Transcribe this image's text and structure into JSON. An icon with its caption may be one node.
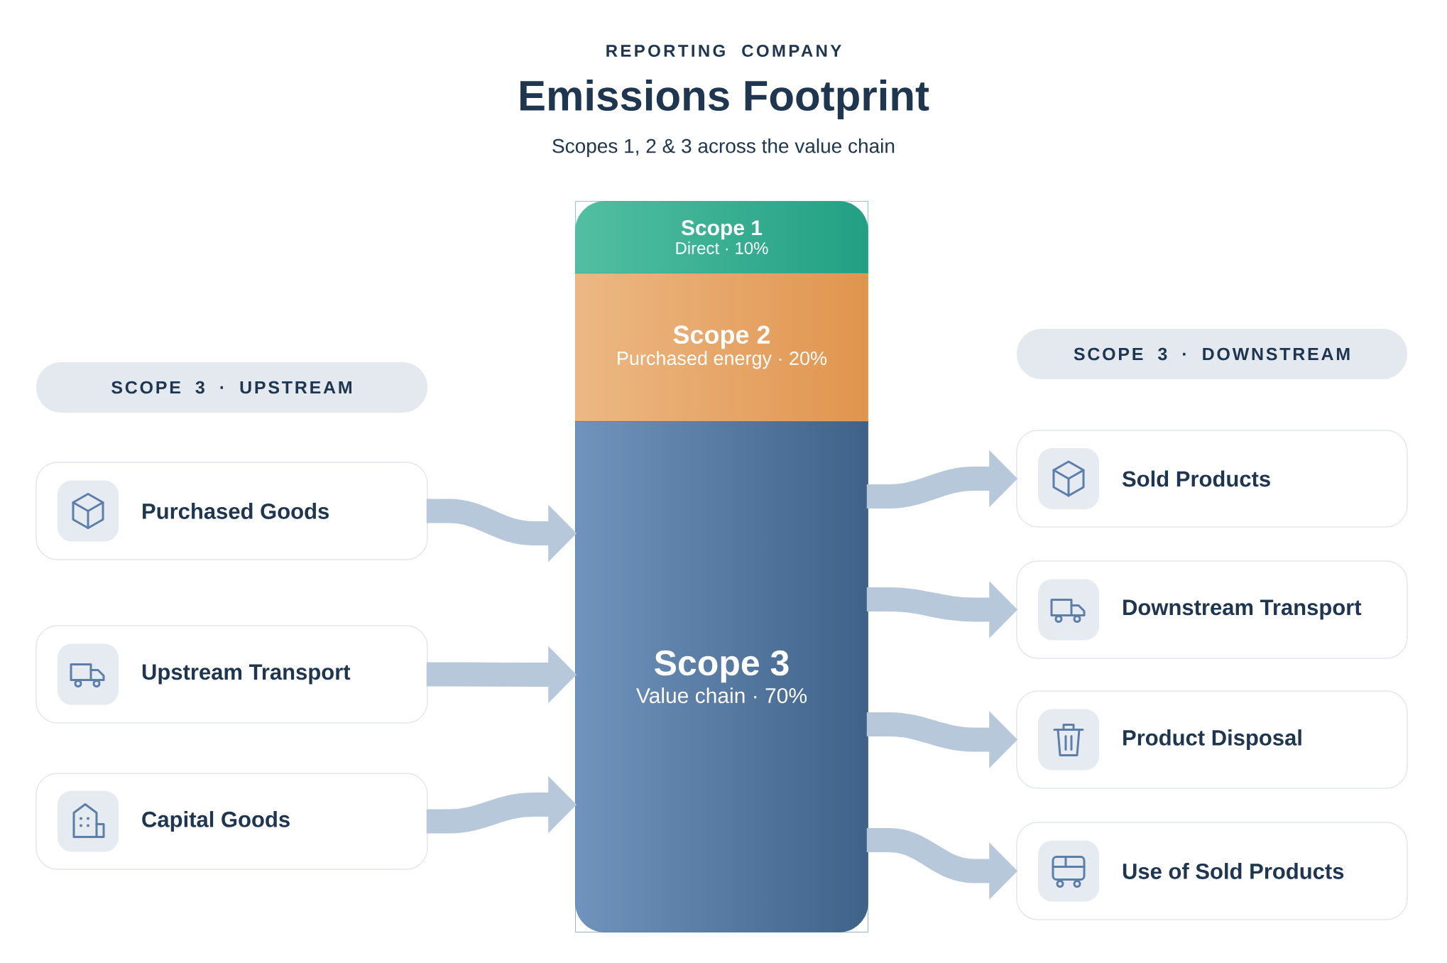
{
  "diagram": {
    "title": "Emissions Footprint",
    "nodes": [
      {
        "text": [
          "Scope 1",
          "Direct · 10%"
        ]
      },
      {
        "text": [
          "Scope 2",
          "Purchased energy · 20%"
        ]
      },
      {
        "text": [
          "Scope 3",
          "Value chain · 70%"
        ]
      },
      {
        "text": [
          "SCOPE 3 · UPSTREAM"
        ]
      },
      {
        "text": [
          "Purchased Goods"
        ]
      },
      {
        "text": [
          "Upstream Transport"
        ]
      },
      {
        "text": [
          "Capital Goods"
        ]
      },
      {
        "text": [
          "SCOPE 3 · DOWNSTREAM"
        ]
      },
      {
        "text": [
          "Sold Products"
        ]
      },
      {
        "text": [
          "Downstream Transport"
        ]
      },
      {
        "text": [
          "Product Disposal"
        ]
      },
      {
        "text": [
          "Use of Sold Products"
        ]
      }
    ],
    "edges": [
      {
        "from": 4,
        "to": 2,
        "arrow": "to"
      },
      {
        "from": 5,
        "to": 2,
        "arrow": "to"
      },
      {
        "from": 6,
        "to": 2,
        "arrow": "to"
      },
      {
        "from": 2,
        "to": 8,
        "arrow": "to"
      },
      {
        "from": 2,
        "to": 9,
        "arrow": "to"
      },
      {
        "from": 2,
        "to": 10,
        "arrow": "to"
      },
      {
        "from": 2,
        "to": 11,
        "arrow": "to"
      }
    ],
    "labels": [
      "REPORTING COMPANY",
      "Scopes 1, 2 & 3 across the value chain"
    ]
  }
}
